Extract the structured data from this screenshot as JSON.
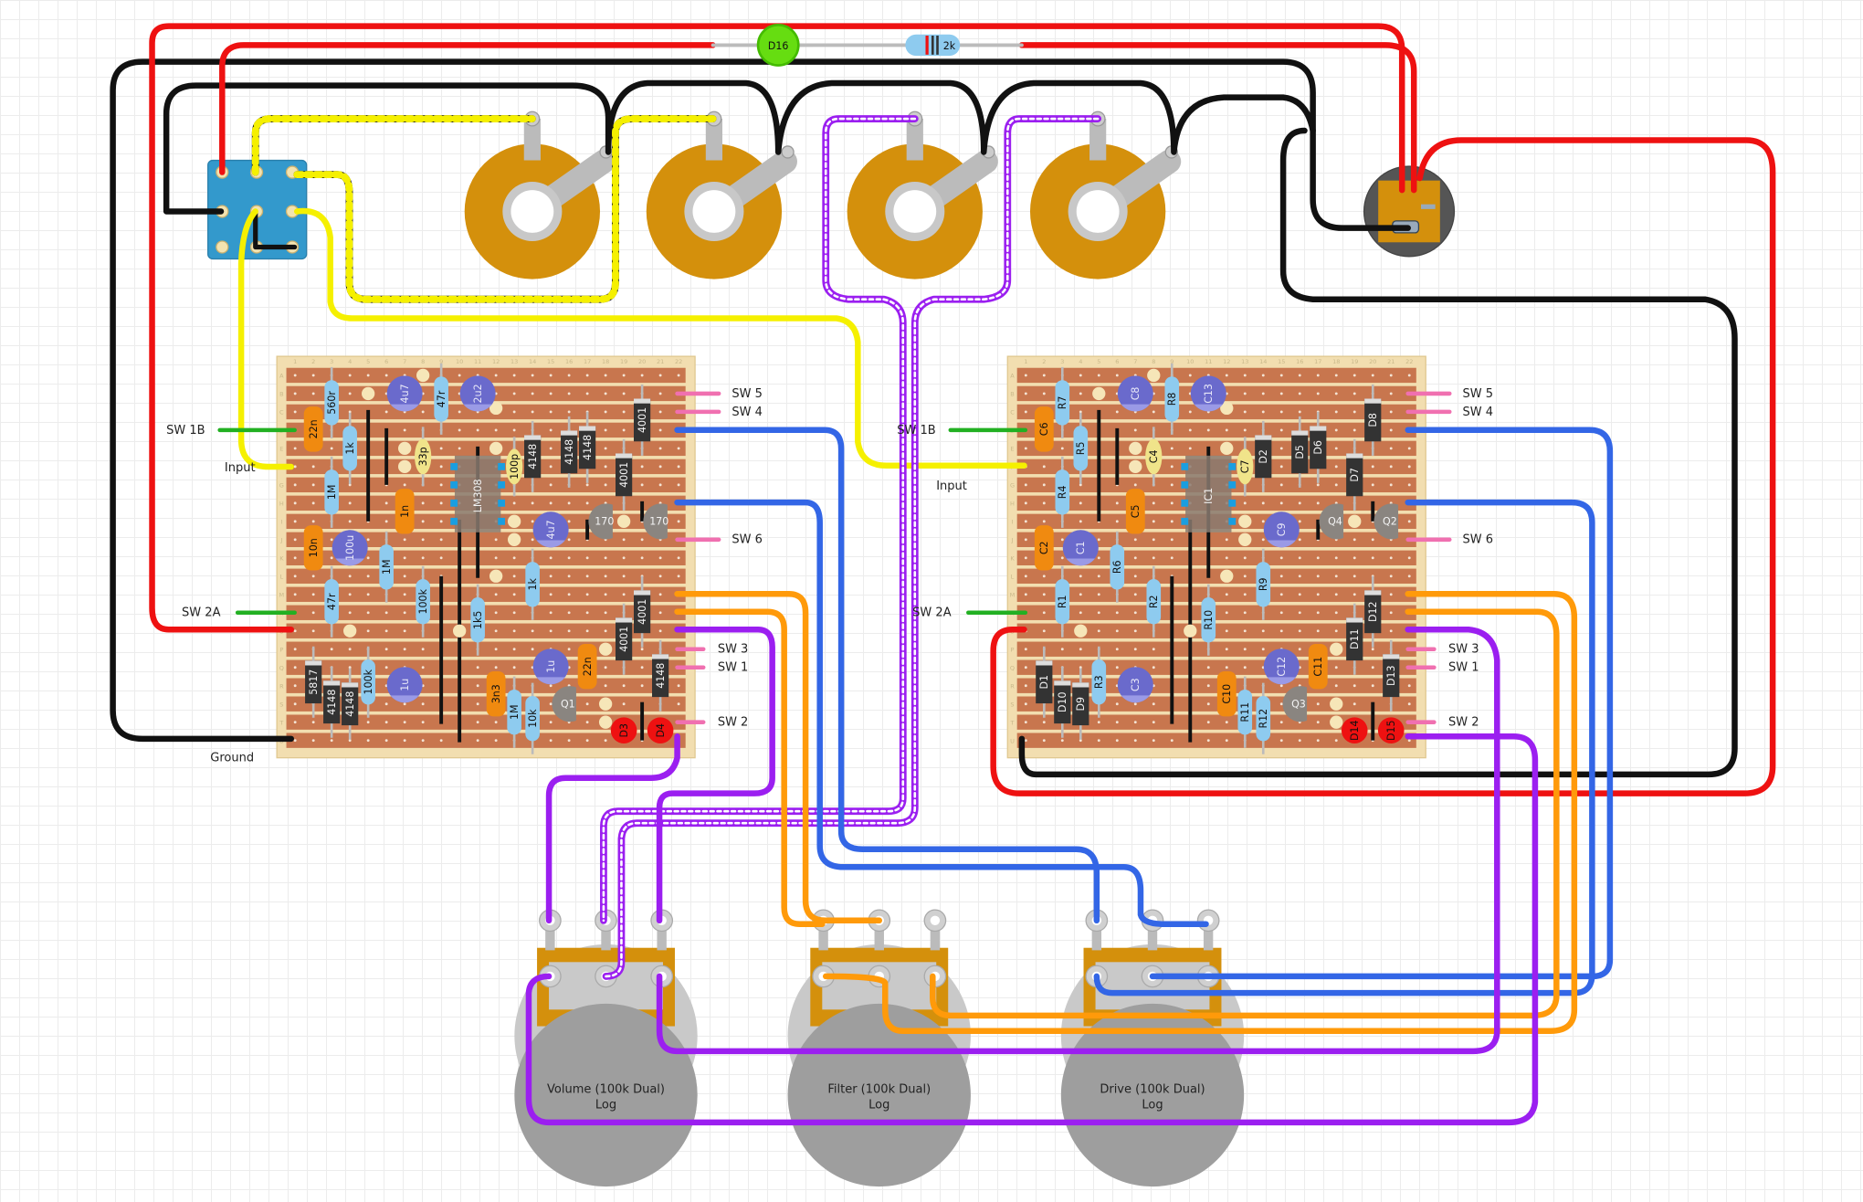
{
  "diagram": {
    "top": {
      "diode": "D16",
      "resistor": "2k"
    },
    "left_board": {
      "edge_labels_left": {
        "sw1b": "SW 1B",
        "input": "Input",
        "sw2a": "SW 2A",
        "ground": "Ground"
      },
      "edge_labels_right": {
        "sw5": "SW 5",
        "sw4": "SW 4",
        "sw6": "SW 6",
        "sw3": "SW 3",
        "sw1": "SW 1",
        "sw2": "SW 2"
      },
      "ic": "LM308",
      "components": [
        "560r",
        "47r",
        "1k",
        "1M",
        "1M",
        "47r",
        "100k",
        "1k5",
        "1k",
        "100k",
        "1M",
        "10k",
        "4u7",
        "2u2",
        "100u",
        "4u7",
        "1u",
        "1u",
        "22n",
        "10n",
        "1n",
        "3n3",
        "22n",
        "33p",
        "100p",
        "4148",
        "4148",
        "4148",
        "4001",
        "4001",
        "4001",
        "4001",
        "4148",
        "5817",
        "4148",
        "4148",
        "170",
        "170",
        "Q1",
        "D3",
        "D4"
      ]
    },
    "right_board": {
      "edge_labels_left": {
        "sw1b": "SW 1B",
        "input": "Input",
        "sw2a": "SW 2A"
      },
      "edge_labels_right": {
        "sw5": "SW 5",
        "sw4": "SW 4",
        "sw6": "SW 6",
        "sw3": "SW 3",
        "sw1": "SW 1",
        "sw2": "SW 2"
      },
      "ic": "IC1",
      "components": [
        "R7",
        "R8",
        "R5",
        "R4",
        "R6",
        "R1",
        "R2",
        "R10",
        "R9",
        "R3",
        "R11",
        "R12",
        "C8",
        "C13",
        "C1",
        "C9",
        "C3",
        "C12",
        "C6",
        "C2",
        "C5",
        "C10",
        "C11",
        "C4",
        "C7",
        "D2",
        "D5",
        "D6",
        "D8",
        "D7",
        "D12",
        "D11",
        "D13",
        "D1",
        "D10",
        "D9",
        "Q4",
        "Q2",
        "Q3",
        "D14",
        "D15"
      ]
    },
    "component_types": [
      "resistor",
      "resistor",
      "resistor",
      "resistor",
      "resistor",
      "resistor",
      "resistor",
      "resistor",
      "resistor",
      "resistor",
      "resistor",
      "resistor",
      "electrolytic",
      "electrolytic",
      "electrolytic",
      "electrolytic",
      "electrolytic",
      "electrolytic",
      "film-cap",
      "film-cap",
      "film-cap",
      "film-cap",
      "film-cap",
      "ceramic-cap",
      "ceramic-cap",
      "diode",
      "diode",
      "diode",
      "diode",
      "diode",
      "diode",
      "diode",
      "diode",
      "diode",
      "diode",
      "diode",
      "transistor",
      "transistor",
      "transistor",
      "led",
      "led"
    ],
    "board_row_letters": [
      "A",
      "B",
      "C",
      "D",
      "E",
      "F",
      "G",
      "H",
      "I",
      "J",
      "K",
      "L",
      "M",
      "N",
      "O",
      "P",
      "Q",
      "R",
      "S",
      "T",
      "U"
    ],
    "board_column_labels": [
      "1",
      "2",
      "3",
      "4",
      "5",
      "6",
      "7",
      "8",
      "9",
      "10",
      "11",
      "12",
      "13",
      "14",
      "15",
      "16",
      "17",
      "18",
      "19",
      "20",
      "21",
      "22"
    ],
    "pots": [
      {
        "name": "Volume (100k Dual)",
        "taper": "Log"
      },
      {
        "name": "Filter (100k Dual)",
        "taper": "Log"
      },
      {
        "name": "Drive (100k Dual)",
        "taper": "Log"
      }
    ],
    "colors": {
      "red_wire": "#ee1111",
      "black_wire": "#111111",
      "yellow_wire": "#f5f000",
      "purple_wire": "#9b1ff0",
      "blue_wire": "#3366e6",
      "orange_wire": "#ff9a0a",
      "green_wire": "#22b022",
      "pink_wire": "#f070b0",
      "strip": "#c8764e",
      "board": "#f2deb0",
      "pot_body": "#d4900c",
      "footswitch": "#3399cc"
    }
  }
}
